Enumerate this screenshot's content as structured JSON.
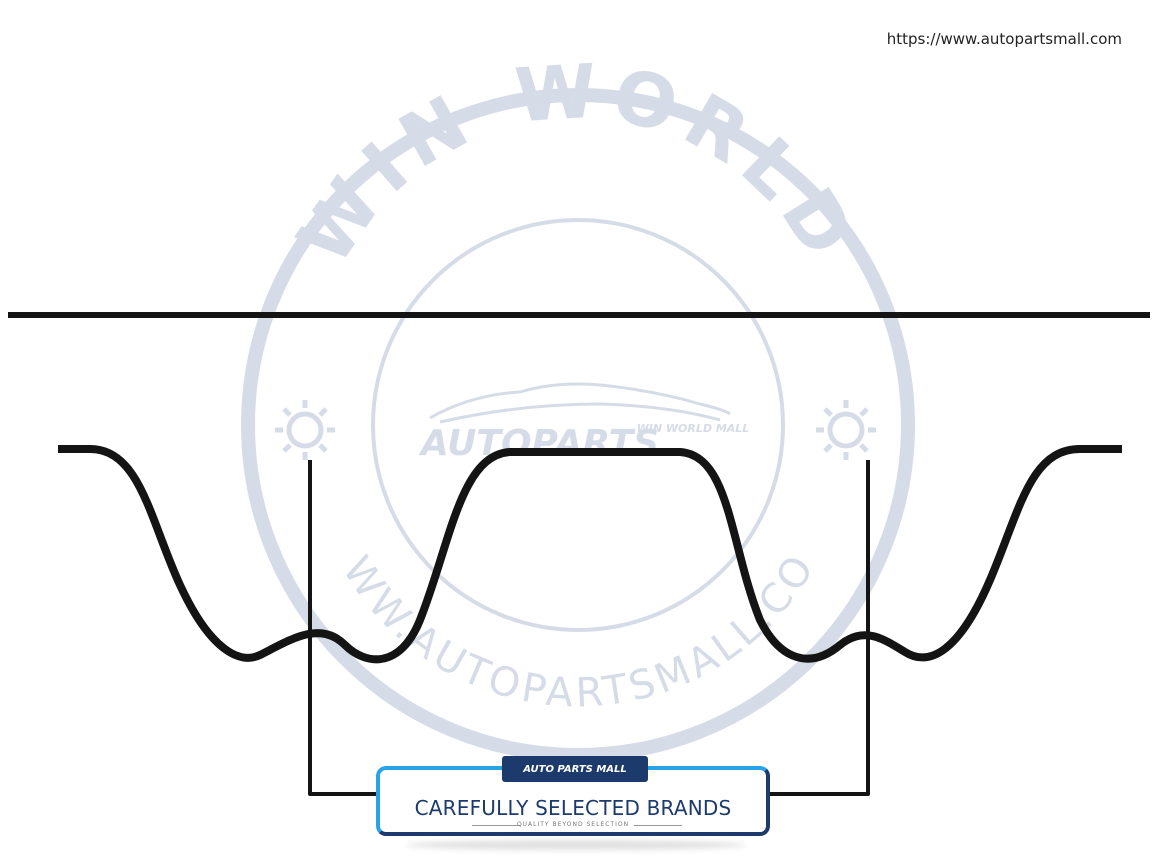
{
  "header": {
    "url": "https://www.autopartsmall.com"
  },
  "watermark": {
    "ring_text": "WIN WORLD",
    "bottom_text": "WWW.AUTOPARTSMALL.COM",
    "logo_text": "AUTOPARTS",
    "logo_sub": "WIN WORLD MALL",
    "color": "#d6dce7"
  },
  "banner": {
    "tab_label": "AUTO PARTS MALL",
    "title": "CAREFULLY SELECTED BRANDS",
    "subtitle": "QUALITY BEYOND SELECTION",
    "accent_color": "#2aa3e6",
    "brand_color": "#1c3a6b"
  },
  "diagram": {
    "stroke_color": "#141414"
  }
}
